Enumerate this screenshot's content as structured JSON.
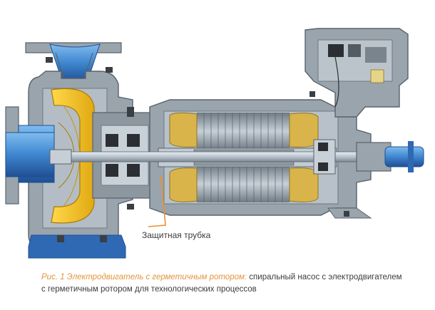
{
  "labels": {
    "callout": "Защитная трубка"
  },
  "caption": {
    "lead": "Рис. 1 Электродвигатель с герметичным ротором:",
    "body": " спиральный насос с электродвигателем",
    "line2": "с герметичным ротором для технологических процессов"
  },
  "colors": {
    "housing": "#9aa4ad",
    "housing_dark": "#5f6a74",
    "blue": "#2f69b3",
    "blue_light": "#5aa0de",
    "impeller": "#f2c21b",
    "winding": "#d9b44a",
    "callout_line": "#e8912e"
  }
}
